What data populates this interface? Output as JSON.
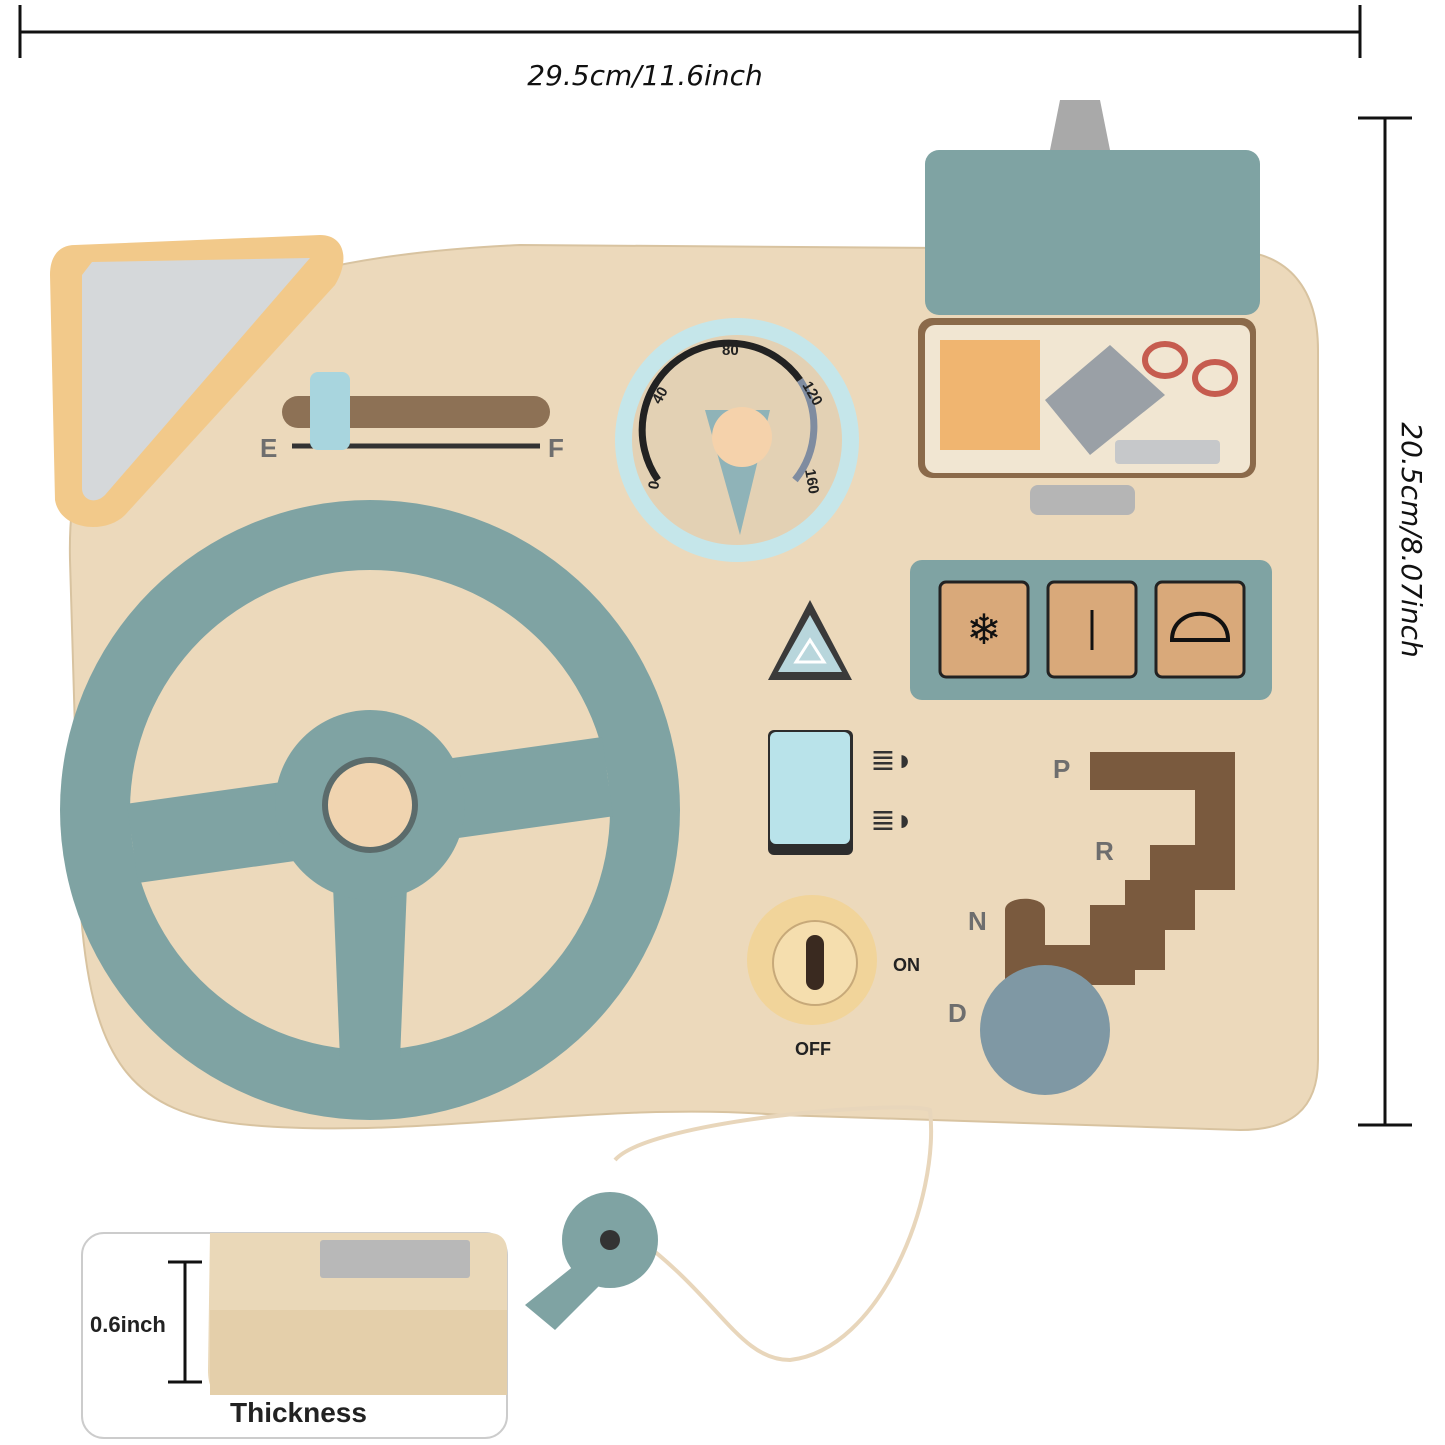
{
  "dimensions": {
    "width_label": "29.5cm/11.6inch",
    "height_label": "20.5cm/8.07inch",
    "thickness_value": "0.6inch",
    "thickness_label": "Thickness"
  },
  "fuel_gauge": {
    "empty": "E",
    "full": "F"
  },
  "speedometer": {
    "ticks": [
      "0",
      "40",
      "80",
      "120",
      "160"
    ]
  },
  "gear_shift": {
    "positions": [
      "P",
      "R",
      "N",
      "D"
    ]
  },
  "ignition": {
    "on": "ON",
    "off": "OFF"
  },
  "colors": {
    "wood": "#ecd9bb",
    "sage": "#7fa3a3",
    "light_blue": "#c5e6ea",
    "mirror_frame": "#f2c98a",
    "mustard": "#f1d49a"
  }
}
